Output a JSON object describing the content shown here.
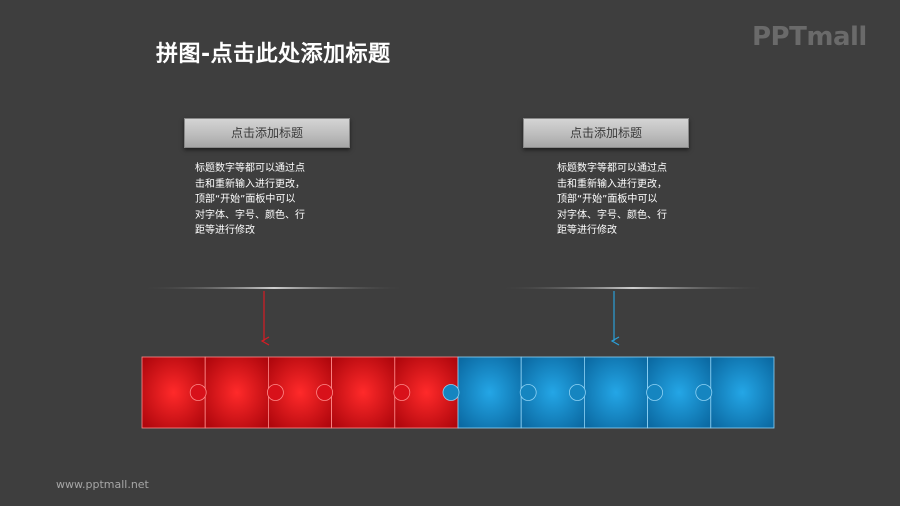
{
  "slide": {
    "title": "拼图-点击此处添加标题",
    "logo": "PPTmall",
    "footer": "www.pptmall.net"
  },
  "blocks": [
    {
      "header": "点击添加标题",
      "lines": [
        "标题数字等都可以通过点",
        "击和重新输入进行更改，",
        "顶部“开始”面板中可以",
        "对字体、字号、颜色、行",
        "距等进行修改"
      ],
      "accent": "#e0202a"
    },
    {
      "header": "点击添加标题",
      "lines": [
        "标题数字等都可以通过点",
        "击和重新输入进行更改，",
        "顶部“开始”面板中可以",
        "对字体、字号、颜色、行",
        "距等进行修改"
      ],
      "accent": "#2b9fd8"
    }
  ],
  "puzzle": {
    "red_count": 5,
    "blue_count": 5,
    "red_color": "#e0101a",
    "blue_color": "#1a8fcc"
  }
}
